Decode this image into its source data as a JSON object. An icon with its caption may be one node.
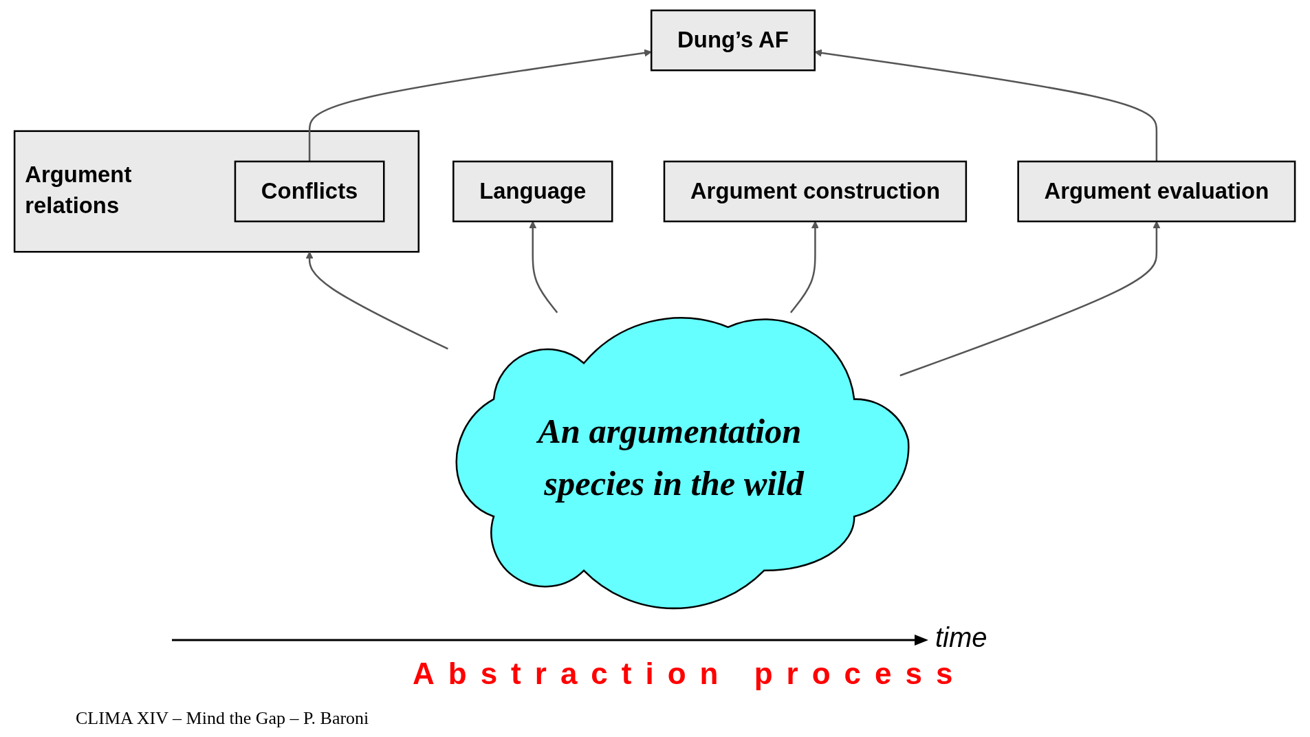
{
  "diagram": {
    "nodes": [
      {
        "text": [
          "Dung’s AF"
        ]
      },
      {
        "text": [
          "Language"
        ]
      },
      {
        "text": [
          "Argument construction"
        ]
      },
      {
        "text": [
          "Argument relations"
        ]
      },
      {
        "text": [
          "Conflicts"
        ],
        "in": 3
      },
      {
        "text": [
          "Argument evaluation"
        ]
      },
      {
        "text": [
          "An argumentation species in the wild"
        ]
      }
    ],
    "edges": [
      {
        "from": 4,
        "to": 0,
        "arrow": "to"
      },
      {
        "from": 5,
        "to": 0,
        "arrow": "to"
      },
      {
        "from": 6,
        "to": 1,
        "arrow": "to"
      },
      {
        "from": 6,
        "to": 2,
        "arrow": "to"
      },
      {
        "from": 6,
        "to": 3,
        "arrow": "to"
      },
      {
        "from": 6,
        "to": 5,
        "arrow": "to"
      }
    ],
    "labels": [
      "time",
      "Abstraction process",
      "CLIMA XIV – Mind the Gap – P. Baroni"
    ]
  }
}
